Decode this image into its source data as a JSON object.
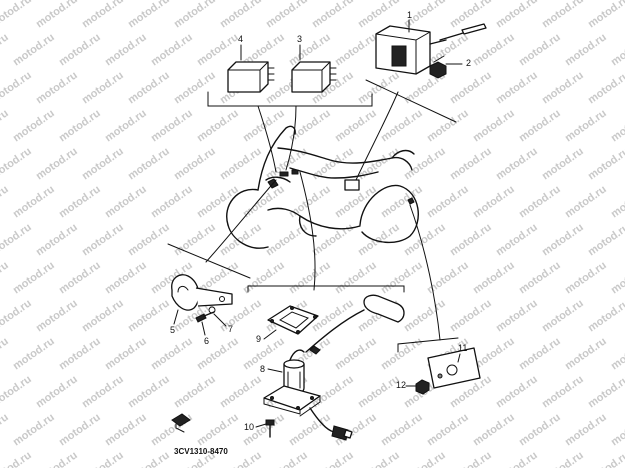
{
  "watermark": {
    "text": "motod.ru"
  },
  "callouts": {
    "c1": "1",
    "c2": "2",
    "c3": "3",
    "c4": "4",
    "c5": "5",
    "c6": "6",
    "c7": "7",
    "c8": "8",
    "c9": "9",
    "c10": "10",
    "c11": "11",
    "c12": "12"
  },
  "diagram_code": "3CV1310-8470"
}
